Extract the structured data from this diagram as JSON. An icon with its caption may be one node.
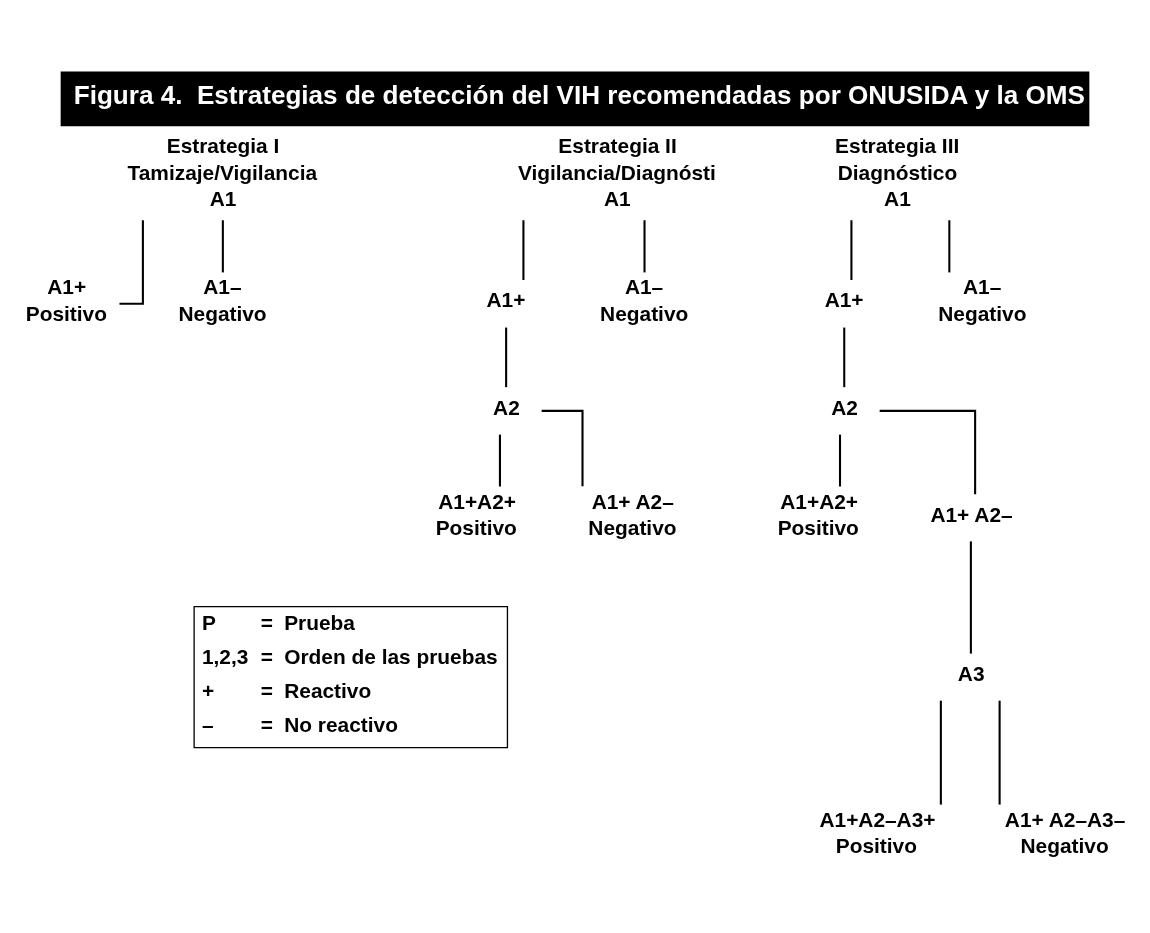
{
  "diagram": {
    "title": "Figura 4.  Estrategias de detección del VIH recomendadas por ONUSIDA y la OMS",
    "nodes": [
      {
        "text": [
          "Estrategia I",
          "Tamizaje/Vigilancia",
          "A1"
        ]
      },
      {
        "text": [
          "A1+",
          "Positivo"
        ]
      },
      {
        "text": [
          "A1–",
          "Negativo"
        ]
      },
      {
        "text": [
          "Estrategia II",
          "Vigilancia/Diagnósti",
          "A1"
        ]
      },
      {
        "text": [
          "A1+"
        ]
      },
      {
        "text": [
          "A1–",
          "Negativo"
        ]
      },
      {
        "text": [
          "A2"
        ]
      },
      {
        "text": [
          "A1+A2+",
          "Positivo"
        ]
      },
      {
        "text": [
          "A1+ A2–",
          "Negativo"
        ]
      },
      {
        "text": [
          "Estrategia III",
          "Diagnóstico",
          "A1"
        ]
      },
      {
        "text": [
          "A1+"
        ]
      },
      {
        "text": [
          "A1–",
          "Negativo"
        ]
      },
      {
        "text": [
          "A2"
        ]
      },
      {
        "text": [
          "A1+A2+",
          "Positivo"
        ]
      },
      {
        "text": [
          "A1+ A2–"
        ]
      },
      {
        "text": [
          "A3"
        ]
      },
      {
        "text": [
          "A1+A2–A3+",
          "Positivo"
        ]
      },
      {
        "text": [
          "A1+ A2–A3–",
          "Negativo"
        ]
      }
    ],
    "edges": [
      {
        "from": 0,
        "to": 1,
        "arrow": "none"
      },
      {
        "from": 0,
        "to": 2,
        "arrow": "none"
      },
      {
        "from": 3,
        "to": 4,
        "arrow": "none"
      },
      {
        "from": 3,
        "to": 5,
        "arrow": "none"
      },
      {
        "from": 4,
        "to": 6,
        "arrow": "none"
      },
      {
        "from": 6,
        "to": 7,
        "arrow": "none"
      },
      {
        "from": 6,
        "to": 8,
        "arrow": "none"
      },
      {
        "from": 9,
        "to": 10,
        "arrow": "none"
      },
      {
        "from": 9,
        "to": 11,
        "arrow": "none"
      },
      {
        "from": 10,
        "to": 12,
        "arrow": "none"
      },
      {
        "from": 12,
        "to": 13,
        "arrow": "none"
      },
      {
        "from": 12,
        "to": 14,
        "arrow": "none"
      },
      {
        "from": 14,
        "to": 15,
        "arrow": "none"
      },
      {
        "from": 15,
        "to": 16,
        "arrow": "none"
      },
      {
        "from": 15,
        "to": 17,
        "arrow": "none"
      }
    ],
    "labels": [
      "P",
      "=",
      "Prueba",
      "1,2,3",
      "=",
      "Orden de las pruebas",
      "+",
      "=",
      "Reactivo",
      "–",
      "=",
      "No reactivo"
    ]
  }
}
